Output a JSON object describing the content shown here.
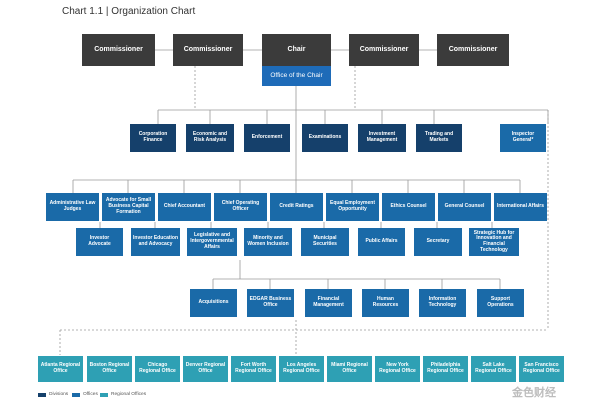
{
  "title": "Chart 1.1 | Organization Chart",
  "colors": {
    "executive": "#3b3b3b",
    "office_of_chair": "#1e6bb8",
    "division": "#15406b",
    "office": "#1a6aa8",
    "regional": "#2ea0b4",
    "connector": "#9a9a9a"
  },
  "executive": {
    "commissioner_1": "Commissioner",
    "commissioner_2": "Commissioner",
    "chair": "Chair",
    "commissioner_3": "Commissioner",
    "commissioner_4": "Commissioner",
    "office_of_chair": "Office of the Chair"
  },
  "divisions": {
    "corporation_finance": "Corporation Finance",
    "economic_risk": "Economic and Risk Analysis",
    "enforcement": "Enforcement",
    "examinations": "Examinations",
    "investment_management": "Investment Management",
    "trading_markets": "Trading and Markets",
    "inspector_general": "Inspector General*"
  },
  "offices_row1": {
    "admin_law_judges": "Administrative Law Judges",
    "small_business": "Advocate for Small Business Capital Formation",
    "chief_accountant": "Chief Accountant",
    "chief_operating": "Chief Operating Officer",
    "credit_ratings": "Credit Ratings",
    "equal_employment": "Equal Employment Opportunity",
    "ethics_counsel": "Ethics Counsel",
    "general_counsel": "General Counsel",
    "international": "International Affairs"
  },
  "offices_row2": {
    "investor_advocate": "Investor Advocate",
    "investor_education": "Investor Education and Advocacy",
    "legislative": "Legislative and Intergovernmental Affairs",
    "minority_women": "Minority and Women Inclusion",
    "municipal": "Municipal Securities",
    "public_affairs": "Public Affairs",
    "secretary": "Secretary",
    "strategic_hub": "Strategic Hub for Innovation and Financial Technology"
  },
  "offices_row3": {
    "acquisitions": "Acquisitions",
    "edgar": "EDGAR Business Office",
    "financial_mgmt": "Financial Management",
    "human_resources": "Human Resources",
    "info_tech": "Information Technology",
    "support_ops": "Support Operations"
  },
  "regional": {
    "atlanta": "Atlanta Regional Office",
    "boston": "Boston Regional Office",
    "chicago": "Chicago Regional Office",
    "denver": "Denver Regional Office",
    "fort_worth": "Fort Worth Regional Office",
    "los_angeles": "Los Angeles Regional Office",
    "miami": "Miami Regional Office",
    "new_york": "New York Regional Office",
    "philadelphia": "Philadelphia Regional Office",
    "salt_lake": "Salt Lake Regional Office",
    "san_francisco": "San Francisco Regional Office"
  },
  "legend": {
    "divisions": "Divisions",
    "offices": "Offices",
    "regional": "Regional Offices"
  },
  "watermark": "金色财经"
}
